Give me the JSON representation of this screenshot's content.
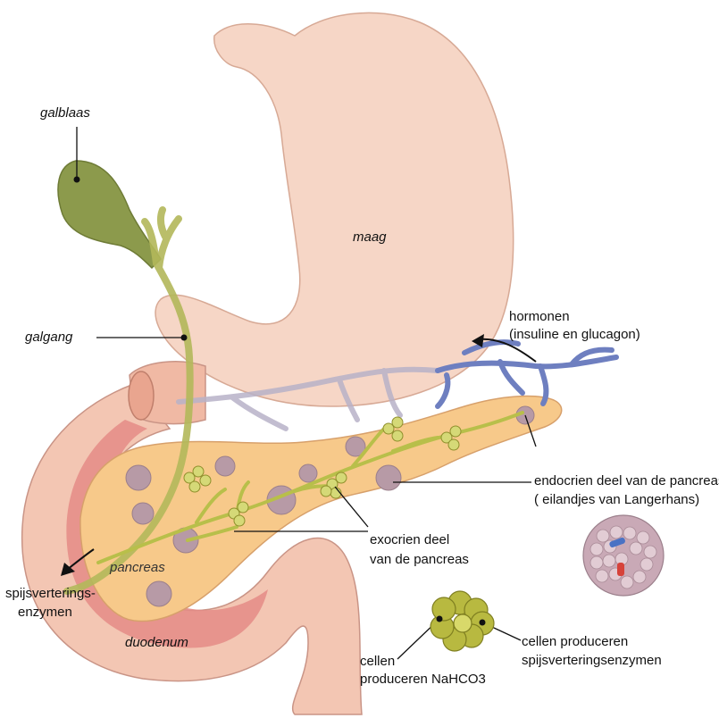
{
  "labels": {
    "galblaas": "galblaas",
    "maag": "maag",
    "galgang": "galgang",
    "hormonen_1": "hormonen",
    "hormonen_2": "(insuline en glucagon)",
    "endocrien_1": "endocrien deel van de pancreas",
    "endocrien_2": "( eilandjes van Langerhans)",
    "exocrien_1": "exocrien deel",
    "exocrien_2": "van de pancreas",
    "pancreas": "pancreas",
    "spijs_1": "spijsverterings-",
    "spijs_2": "enzymen",
    "duodenum": "duodenum",
    "cellen_nahco3_1": "cellen",
    "cellen_nahco3_2": "produceren NaHCO3",
    "cellen_enz_1": "cellen produceren",
    "cellen_enz_2": "spijsverteringsenzymen"
  },
  "colors": {
    "stomach": "#f6d6c6",
    "duodenum": "#e48b86",
    "pancreas": "#f7c98a",
    "gallbladder": "#8c9a4c",
    "duct": "#b3b85a",
    "vessel": "#6e7fc0",
    "islet": "#b79aa6"
  }
}
